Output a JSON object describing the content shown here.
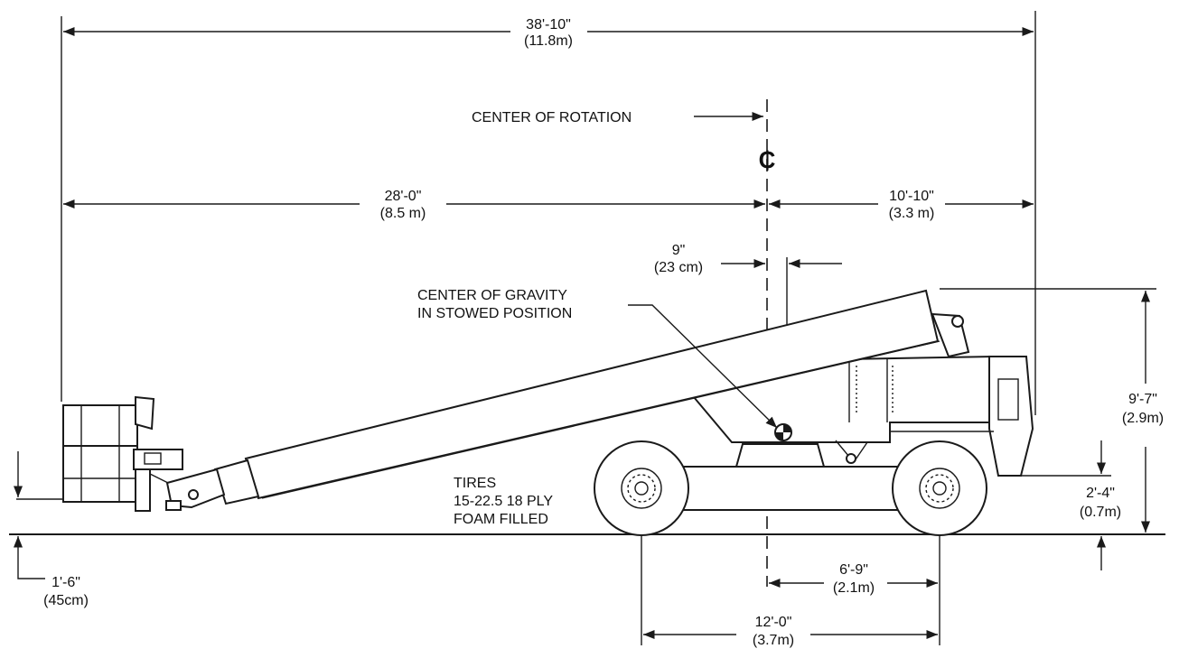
{
  "dimensions": {
    "overall_length": {
      "imperial": "38'-10\"",
      "metric": "(11.8m)"
    },
    "boom_length_front": {
      "imperial": "28'-0\"",
      "metric": "(8.5 m)"
    },
    "tail_swing": {
      "imperial": "10'-10\"",
      "metric": "(3.3 m)"
    },
    "cg_offset": {
      "imperial": "9\"",
      "metric": "(23 cm)"
    },
    "stowed_height": {
      "imperial": "9'-7\"",
      "metric": "(2.9m)"
    },
    "ground_clearance": {
      "imperial": "2'-4\"",
      "metric": "(0.7m)"
    },
    "platform_height": {
      "imperial": "1'-6\"",
      "metric": "(45cm)"
    },
    "rotation_to_axle": {
      "imperial": "6'-9\"",
      "metric": "(2.1m)"
    },
    "wheelbase": {
      "imperial": "12'-0\"",
      "metric": "(3.7m)"
    }
  },
  "labels": {
    "center_of_rotation": "CENTER OF ROTATION",
    "centerline_symbol": "₵",
    "center_of_gravity_line1": "CENTER OF GRAVITY",
    "center_of_gravity_line2": "IN STOWED POSITION",
    "tires_line1": "TIRES",
    "tires_line2": "15-22.5 18 PLY",
    "tires_line3": "FOAM FILLED"
  }
}
